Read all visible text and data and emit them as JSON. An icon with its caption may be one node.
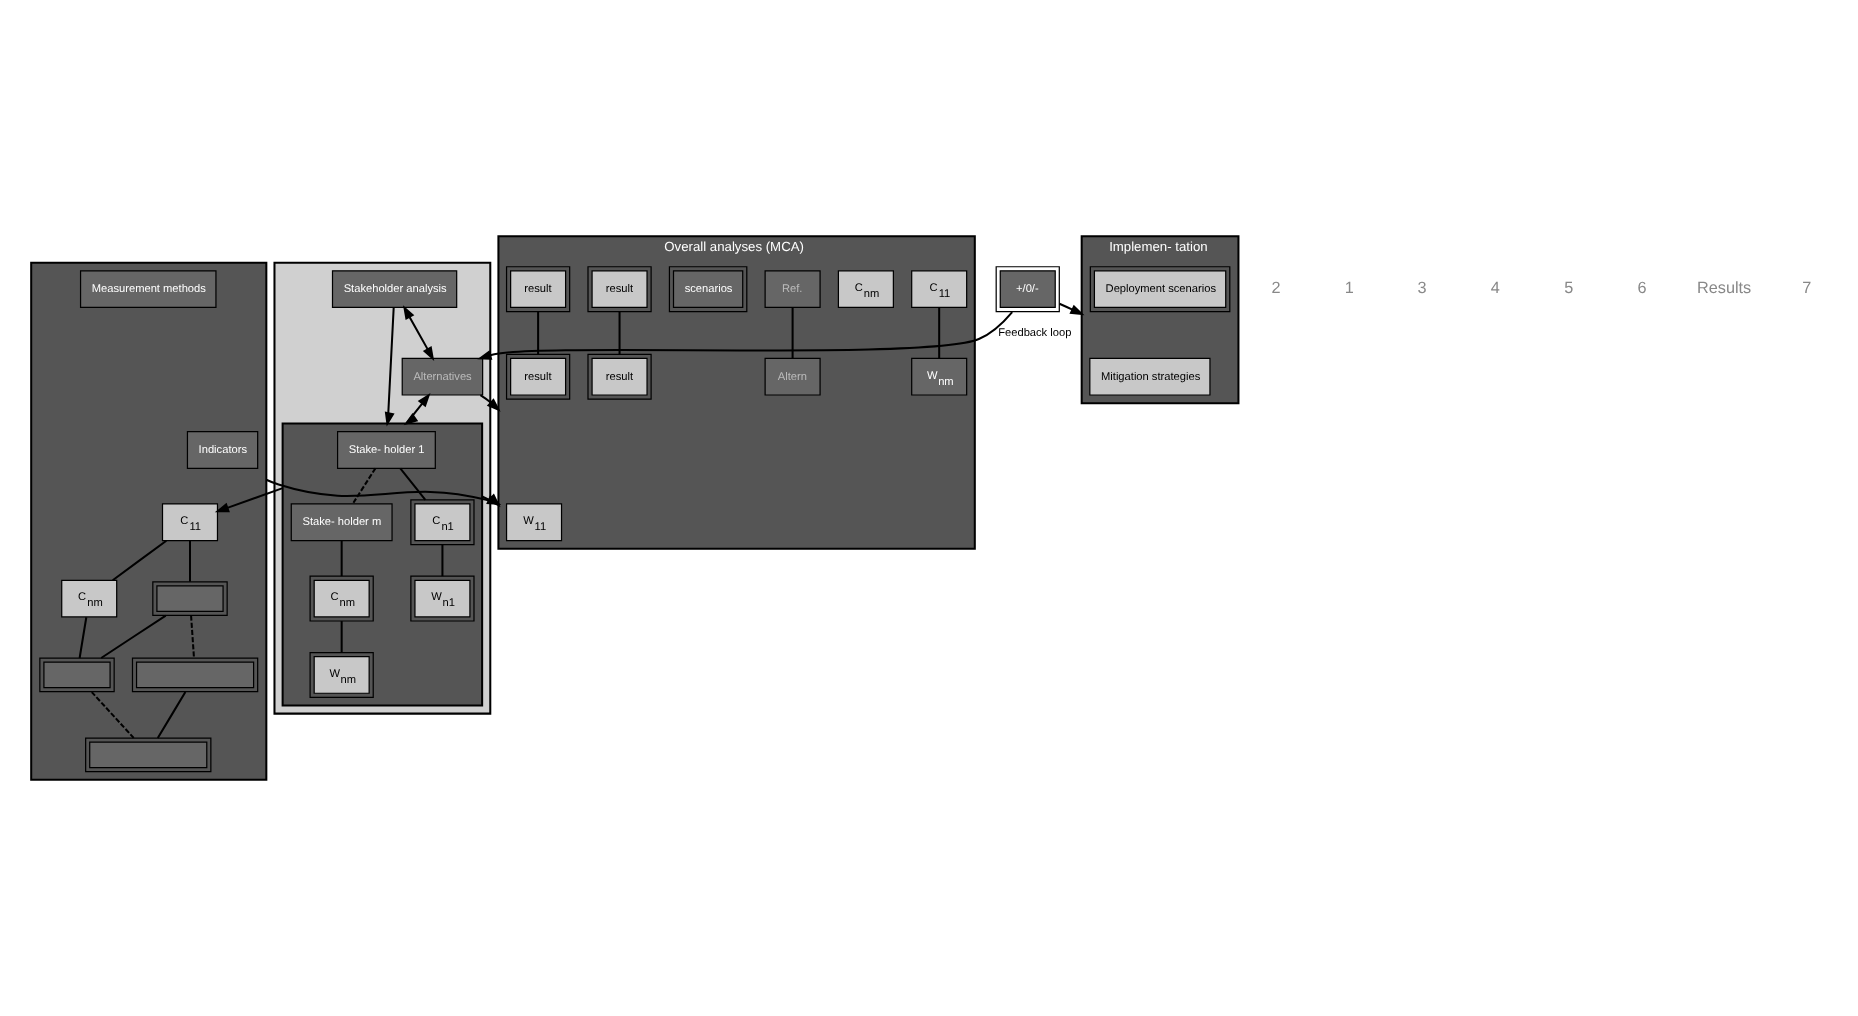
{
  "diagram": {
    "nodes": [
      {
        "text": [],
        "shape": "box"
      },
      {
        "text": [
          "Stakeholder analysis"
        ],
        "in": 0
      },
      {
        "text": [
          "Alternatives"
        ],
        "in": 0
      },
      {
        "text": [],
        "shape": "box",
        "in": 0
      },
      {
        "text": [
          "Stake- holder 1"
        ],
        "in": 3
      },
      {
        "text": [
          "Stake- holder m"
        ],
        "in": 3
      },
      {
        "text": [
          "C$_{n1}$"
        ],
        "in": 3
      },
      {
        "text": [
          "C$_{nm}$"
        ],
        "in": 3
      },
      {
        "text": [
          "W$_{n1}$"
        ],
        "in": 3
      },
      {
        "text": [
          "W$_{nm}$"
        ],
        "in": 3
      },
      {
        "text": [],
        "shape": "box"
      },
      {
        "text": [
          "Indicators"
        ],
        "in": 10
      },
      {
        "text": [
          "Measurement methods"
        ],
        "in": 10
      },
      {
        "text": [
          "C$_{11}$"
        ],
        "in": 10
      },
      {
        "text": [
          "C$_{nm}$"
        ],
        "in": 10
      },
      {
        "text": [],
        "shape": "box",
        "in": 10
      },
      {
        "text": [],
        "shape": "box",
        "in": 10
      },
      {
        "text": [],
        "shape": "box",
        "in": 10
      },
      {
        "text": [],
        "shape": "box",
        "in": 10
      },
      {
        "text": [
          "Overall analyses (MCA)"
        ]
      },
      {
        "text": [
          "W$_{11}$"
        ],
        "in": 19
      },
      {
        "text": [
          "C$_{11}$"
        ],
        "in": 19
      },
      {
        "text": [
          "W$_{nm}$"
        ],
        "in": 19
      },
      {
        "text": [
          "C$_{nm}$"
        ],
        "in": 19
      },
      {
        "text": [
          "Ref."
        ],
        "in": 19
      },
      {
        "text": [
          "Altern"
        ],
        "in": 19
      },
      {
        "text": [
          "scenarios"
        ],
        "in": 19
      },
      {
        "text": [
          "result"
        ],
        "in": 19
      },
      {
        "text": [
          "result"
        ],
        "in": 19
      },
      {
        "text": [
          "result"
        ],
        "in": 19
      },
      {
        "text": [
          "result"
        ],
        "in": 19
      },
      {
        "text": [
          "+/0/-"
        ]
      },
      {
        "text": [
          "Implemen- tation"
        ]
      },
      {
        "text": [
          "Mitigation strategies"
        ],
        "in": 32
      },
      {
        "text": [
          "Deployment scenarios"
        ],
        "in": 32
      }
    ],
    "edges": [
      {
        "from": 1,
        "to": 2,
        "arrow": "both"
      },
      {
        "from": 2,
        "to": 3,
        "arrow": "both"
      },
      {
        "from": 1,
        "to": 3,
        "arrow": "to"
      },
      {
        "from": 4,
        "to": 5,
        "arrow": "none",
        "style": "dashed"
      },
      {
        "from": 4,
        "to": 6,
        "arrow": "none"
      },
      {
        "from": 6,
        "to": 8,
        "arrow": "none"
      },
      {
        "from": 5,
        "to": 7,
        "arrow": "none"
      },
      {
        "from": 7,
        "to": 9,
        "arrow": "none"
      },
      {
        "from": 3,
        "to": 13,
        "arrow": "to"
      },
      {
        "from": 13,
        "to": 14,
        "arrow": "none"
      },
      {
        "from": 13,
        "to": 15,
        "arrow": "none"
      },
      {
        "from": 14,
        "to": 16,
        "arrow": "none"
      },
      {
        "from": 15,
        "to": 16,
        "arrow": "none"
      },
      {
        "from": 15,
        "to": 17,
        "arrow": "none",
        "style": "dashed"
      },
      {
        "from": 16,
        "to": 18,
        "arrow": "none",
        "style": "dashed"
      },
      {
        "from": 17,
        "to": 18,
        "arrow": "none"
      },
      {
        "from": 2,
        "to": 19,
        "arrow": "to"
      },
      {
        "from": 3,
        "to": 19,
        "arrow": "to"
      },
      {
        "from": 10,
        "to": 19,
        "arrow": "to"
      },
      {
        "from": 21,
        "to": 22,
        "arrow": "none"
      },
      {
        "from": 24,
        "to": 25,
        "arrow": "none"
      },
      {
        "from": 27,
        "to": 28,
        "arrow": "none"
      },
      {
        "from": 29,
        "to": 30,
        "arrow": "none"
      },
      {
        "from": 31,
        "to": 32,
        "arrow": "to"
      },
      {
        "from": 31,
        "to": 2,
        "arrow": "to",
        "label": "Feedback loop"
      }
    ],
    "labels": [
      "2",
      "1",
      "3",
      "4",
      "5",
      "6",
      "Results",
      "7"
    ]
  }
}
